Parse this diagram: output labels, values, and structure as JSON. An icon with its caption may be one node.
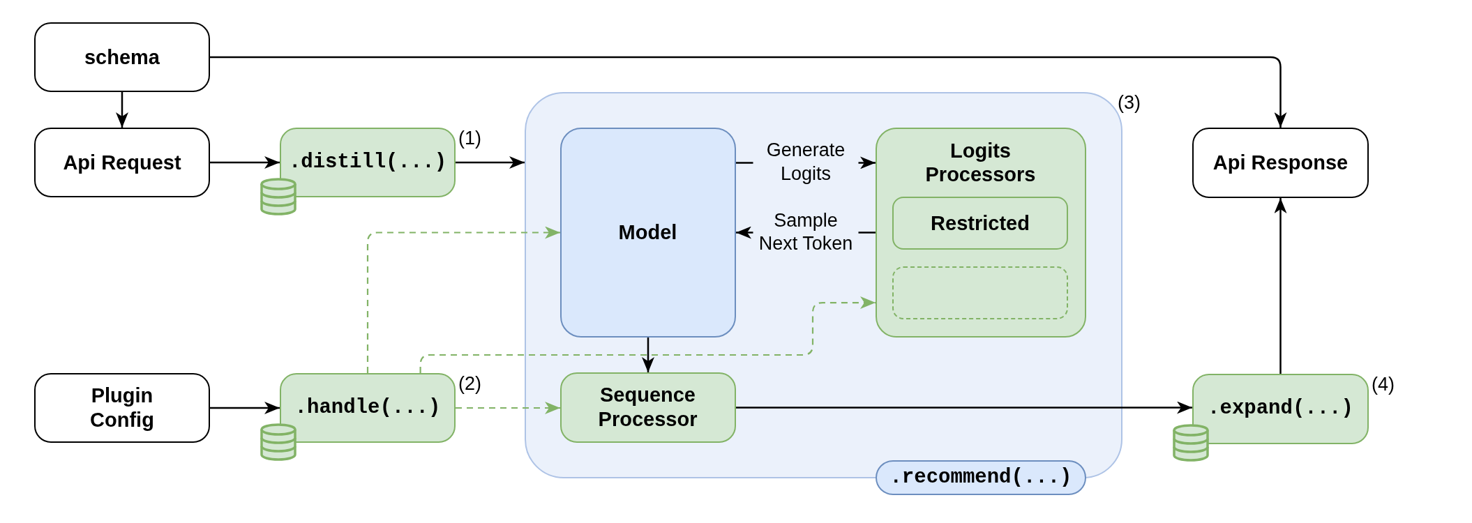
{
  "diagram": {
    "nodes": [
      {
        "text": [
          "schema"
        ]
      },
      {
        "text": [
          "Api Request"
        ]
      },
      {
        "text": [
          ".distill(...)"
        ],
        "beside": [
          "(1)"
        ]
      },
      {
        "text": [],
        "shape": "box",
        "beside": [
          "(3)"
        ]
      },
      {
        "text": [
          "Model"
        ],
        "in": 3
      },
      {
        "text": [
          "Logits Processors"
        ],
        "in": 3
      },
      {
        "text": [
          "Restricted"
        ],
        "in": 5
      },
      {
        "text": [],
        "shape": "box",
        "in": 5
      },
      {
        "text": [
          "Api Response"
        ]
      },
      {
        "text": [
          "Plugin Config"
        ]
      },
      {
        "text": [
          ".handle(...)"
        ],
        "beside": [
          "(2)"
        ]
      },
      {
        "text": [
          "Sequence Processor"
        ],
        "in": 3
      },
      {
        "text": [
          ".expand(...)"
        ],
        "beside": [
          "(4)"
        ]
      },
      {
        "text": [
          ".recommend(...)"
        ]
      }
    ],
    "edges": [
      {
        "from": 0,
        "to": 1,
        "arrow": "to"
      },
      {
        "from": 0,
        "to": 8,
        "arrow": "to"
      },
      {
        "from": 1,
        "to": 2,
        "arrow": "to"
      },
      {
        "from": 2,
        "to": 3,
        "arrow": "to"
      },
      {
        "from": 4,
        "to": 5,
        "arrow": "to",
        "label": "Generate Logits"
      },
      {
        "from": 5,
        "to": 4,
        "arrow": "to",
        "label": "Sample Next Token"
      },
      {
        "from": 10,
        "to": 4,
        "arrow": "to",
        "style": "dashed",
        "color": "#82b366"
      },
      {
        "from": 10,
        "to": 5,
        "arrow": "to",
        "style": "dashed",
        "color": "#82b366"
      },
      {
        "from": 4,
        "to": 11,
        "arrow": "to"
      },
      {
        "from": 9,
        "to": 10,
        "arrow": "to"
      },
      {
        "from": 10,
        "to": 11,
        "arrow": "to",
        "style": "dashed",
        "color": "#82b366"
      },
      {
        "from": 11,
        "to": 12,
        "arrow": "to"
      },
      {
        "from": 12,
        "to": 8,
        "arrow": "to"
      }
    ]
  }
}
